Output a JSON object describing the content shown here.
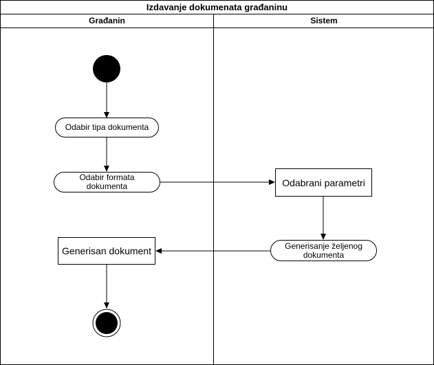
{
  "diagram": {
    "title": "Izdavanje dokumenata građaninu",
    "lanes": [
      {
        "label": "Građanin"
      },
      {
        "label": "Sistem"
      }
    ],
    "nodes": {
      "odabir_tipa": "Odabir tipa dokumenta",
      "odabir_formata": "Odabir formata\ndokumenta",
      "odabrani_parametri": "Odabrani parametri",
      "generisanje": "Generisanje željenog\ndokumenta",
      "generisan": "Generisan dokument"
    }
  }
}
